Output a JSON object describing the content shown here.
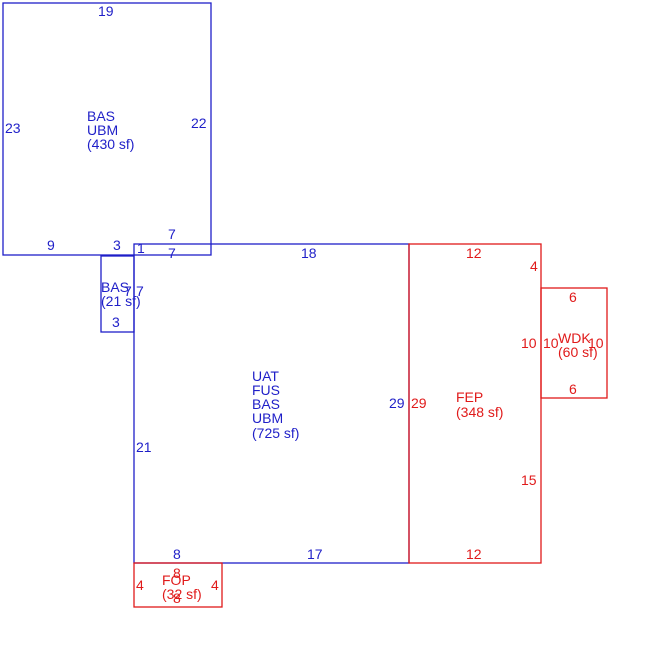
{
  "colors": {
    "blue": "#1f1fc8",
    "red": "#e01a1a"
  },
  "areas": {
    "upper_bas": {
      "lines": [
        "BAS",
        "UBM"
      ],
      "area": "(430 sf)"
    },
    "small_bas": {
      "lines": [
        "BAS"
      ],
      "area": "(21 sf)"
    },
    "main": {
      "lines": [
        "UAT",
        "FUS",
        "BAS",
        "UBM"
      ],
      "area": "(725 sf)"
    },
    "fep": {
      "lines": [
        "FEP"
      ],
      "area": "(348 sf)"
    },
    "wdk": {
      "lines": [
        "WDK"
      ],
      "area": "(60 sf)"
    },
    "fop": {
      "lines": [
        "FOP"
      ],
      "area": "(32 sf)"
    }
  },
  "dims": {
    "upper_top": "19",
    "upper_left": "23",
    "upper_right": "22",
    "upper_bottom_left": "9",
    "upper_bottom_mid": "3",
    "upper_bottom_small": "1",
    "upper_bottom_right": "7",
    "small_right": "7",
    "small_left": "7",
    "small_bottom": "3",
    "main_top_left": "7",
    "main_top": "18",
    "main_left": "21",
    "main_right": "29",
    "main_bottom_left": "8",
    "main_bottom": "17",
    "fep_top": "12",
    "fep_left": "29",
    "fep_right_upper": "4",
    "fep_right_mid": "10",
    "fep_right_lower": "15",
    "fep_bottom": "12",
    "wdk_top": "6",
    "wdk_left": "10",
    "wdk_right": "10",
    "wdk_bottom": "6",
    "fop_top": "8",
    "fop_left": "4",
    "fop_right": "4",
    "fop_bottom": "8"
  }
}
